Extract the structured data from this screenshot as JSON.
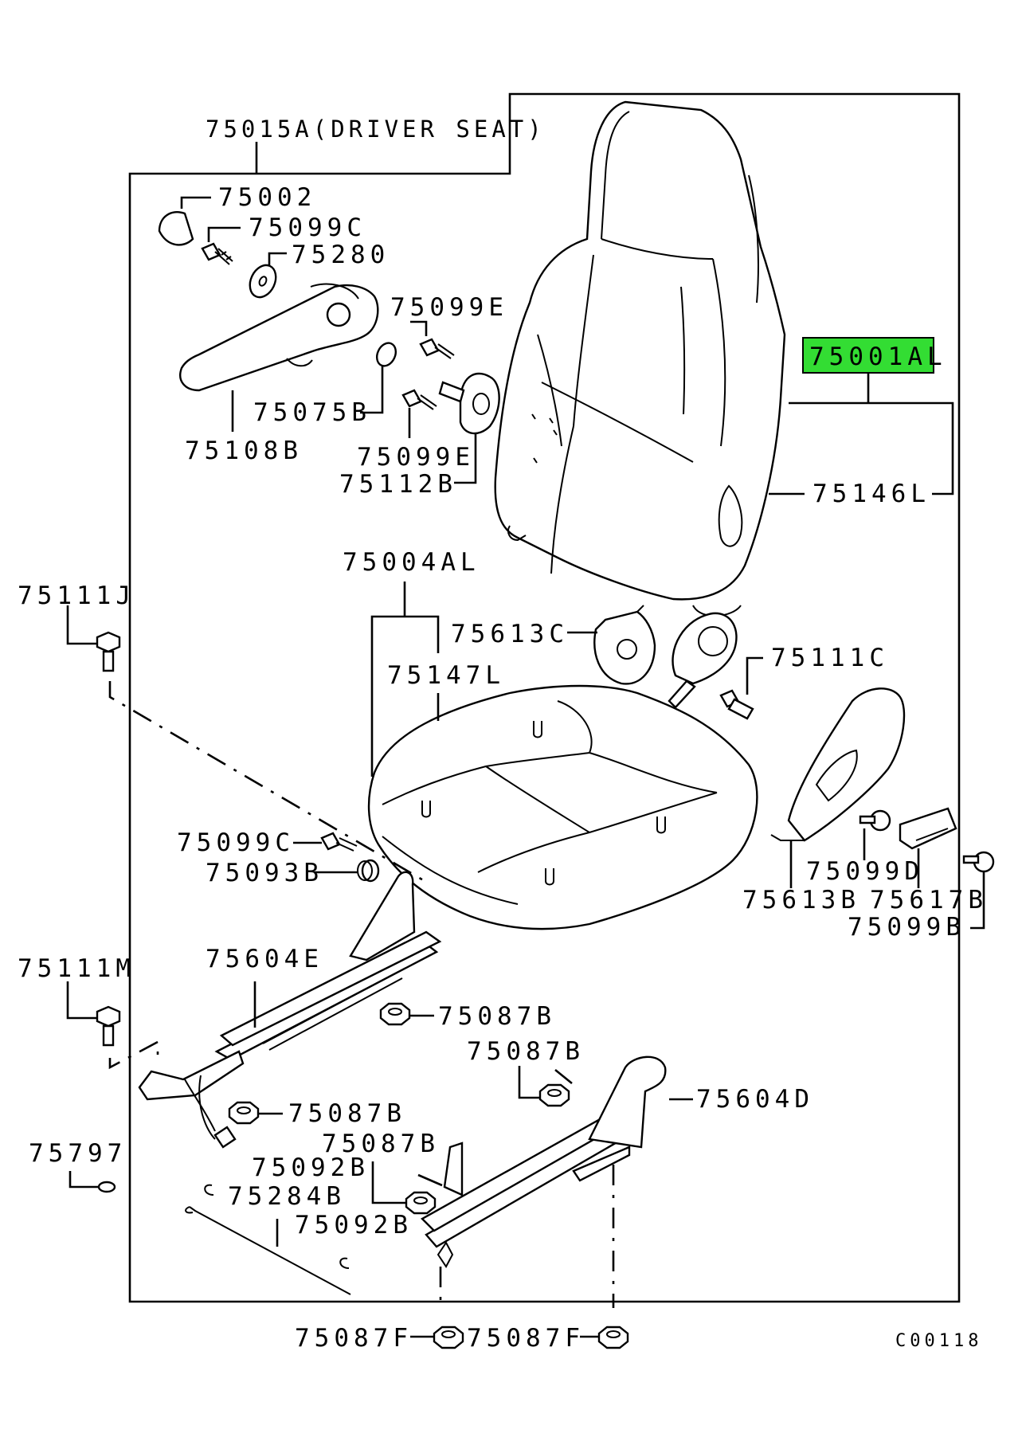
{
  "diagram": {
    "assembly_label": "75015A(DRIVER SEAT)",
    "drawing_code": "C00118",
    "highlight_color": "#33dd33",
    "highlighted_part": "75001AL",
    "parts": {
      "p75002": "75002",
      "p75099C_top": "75099C",
      "p75280": "75280",
      "p75099E_top": "75099E",
      "p75001AL": "75001AL",
      "p75075B": "75075B",
      "p75108B": "75108B",
      "p75099E_mid": "75099E",
      "p75112B": "75112B",
      "p75146L": "75146L",
      "p75004AL": "75004AL",
      "p75111J": "75111J",
      "p75613C": "75613C",
      "p75147L": "75147L",
      "p75111C": "75111C",
      "p75099C_mid": "75099C",
      "p75093B": "75093B",
      "p75099D": "75099D",
      "p75613B": "75613B",
      "p75617B": "75617B",
      "p75099B": "75099B",
      "p75604E": "75604E",
      "p75111M": "75111M",
      "p75087B_a": "75087B",
      "p75087B_b": "75087B",
      "p75604D": "75604D",
      "p75087B_c": "75087B",
      "p75087B_d": "75087B",
      "p75797": "75797",
      "p75092B_a": "75092B",
      "p75284B": "75284B",
      "p75092B_b": "75092B",
      "p75087F_a": "75087F",
      "p75087F_b": "75087F"
    }
  }
}
